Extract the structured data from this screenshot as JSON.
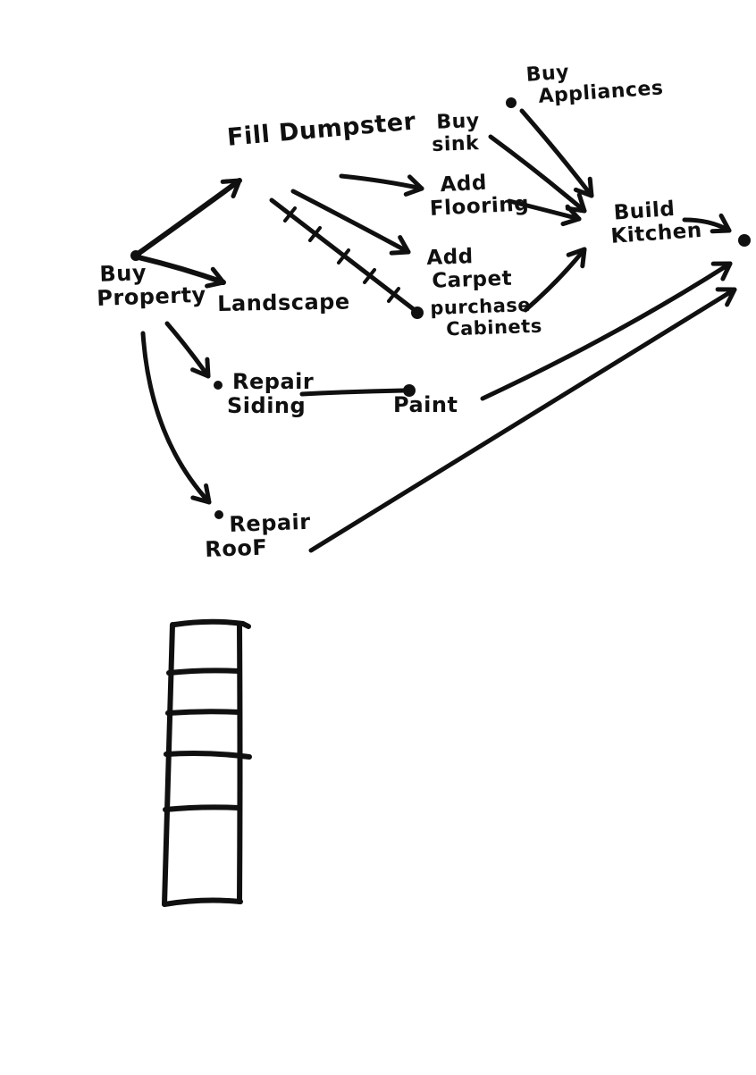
{
  "diagram": {
    "kind": "hand-drawn project dependency sketch",
    "ink_color": "#101010",
    "paper_color": "#ffffff",
    "nodes": {
      "buy_property": {
        "label": "Buy Property",
        "lines": [
          "Buy",
          "Property"
        ]
      },
      "fill_dumpster": {
        "label": "Fill Dumpster",
        "lines": [
          "Fill Dumpster"
        ]
      },
      "landscape": {
        "label": "Landscape",
        "lines": [
          "Landscape"
        ]
      },
      "buy_sink": {
        "label": "Buy sink",
        "lines": [
          "Buy",
          "sink"
        ]
      },
      "buy_appliances": {
        "label": "Buy Appliances",
        "lines": [
          "Buy",
          "Appliances"
        ]
      },
      "add_flooring": {
        "label": "Add Flooring",
        "lines": [
          "Add",
          "Flooring"
        ]
      },
      "add_carpet": {
        "label": "Add Carpet",
        "lines": [
          "Add",
          "Carpet"
        ]
      },
      "purchase_cabinets": {
        "label": "purchase Cabinets",
        "lines": [
          "purchase",
          "Cabinets"
        ]
      },
      "build_kitchen": {
        "label": "Build Kitchen",
        "lines": [
          "Build",
          "Kitchen"
        ]
      },
      "repair_siding": {
        "label": "Repair Siding",
        "lines": [
          "Repair",
          "Siding"
        ]
      },
      "paint": {
        "label": "Paint",
        "lines": [
          "Paint"
        ]
      },
      "repair_roof": {
        "label": "Repair RooF",
        "lines": [
          "Repair",
          "RooF"
        ]
      },
      "finish": {
        "label": "",
        "lines": [],
        "note": "unlabeled end dot at far right"
      }
    },
    "edges": [
      {
        "from": "Buy Property",
        "to": "Fill Dumpster",
        "type": "arrow"
      },
      {
        "from": "Buy Property",
        "to": "Landscape",
        "type": "arrow"
      },
      {
        "from": "Buy Property",
        "to": "Repair Siding",
        "type": "arrow"
      },
      {
        "from": "Buy Property",
        "to": "Repair RooF",
        "type": "curved-arrow"
      },
      {
        "from": "Fill Dumpster",
        "to": "Add Flooring",
        "type": "arrow"
      },
      {
        "from": "Fill Dumpster",
        "to": "Add Carpet",
        "type": "arrow"
      },
      {
        "from": "Fill Dumpster",
        "to": "purchase Cabinets",
        "type": "hatched-line"
      },
      {
        "from": "Buy sink",
        "to": "Build Kitchen",
        "type": "arrow"
      },
      {
        "from": "Buy Appliances",
        "to": "Build Kitchen",
        "type": "arrow"
      },
      {
        "from": "Add Flooring",
        "to": "Build Kitchen",
        "type": "arrow"
      },
      {
        "from": "purchase Cabinets",
        "to": "Build Kitchen",
        "type": "arrow"
      },
      {
        "from": "Build Kitchen",
        "to": "finish",
        "type": "arrow"
      },
      {
        "from": "Repair Siding",
        "to": "Paint",
        "type": "line"
      },
      {
        "from": "Paint",
        "to": "finish",
        "type": "arrow"
      },
      {
        "from": "Repair RooF",
        "to": "finish",
        "type": "arrow"
      }
    ],
    "milestone_dots": [
      "at Buy Property apex",
      "left of Buy Appliances",
      "left of purchase Cabinets",
      "at Repair Siding arrowhead",
      "above Paint",
      "at Repair RooF arrowhead",
      "far-right finish dot"
    ],
    "ladder_shape": {
      "description": "empty hand-drawn column of stacked cells, bottom-left of page",
      "cells": 5
    }
  }
}
